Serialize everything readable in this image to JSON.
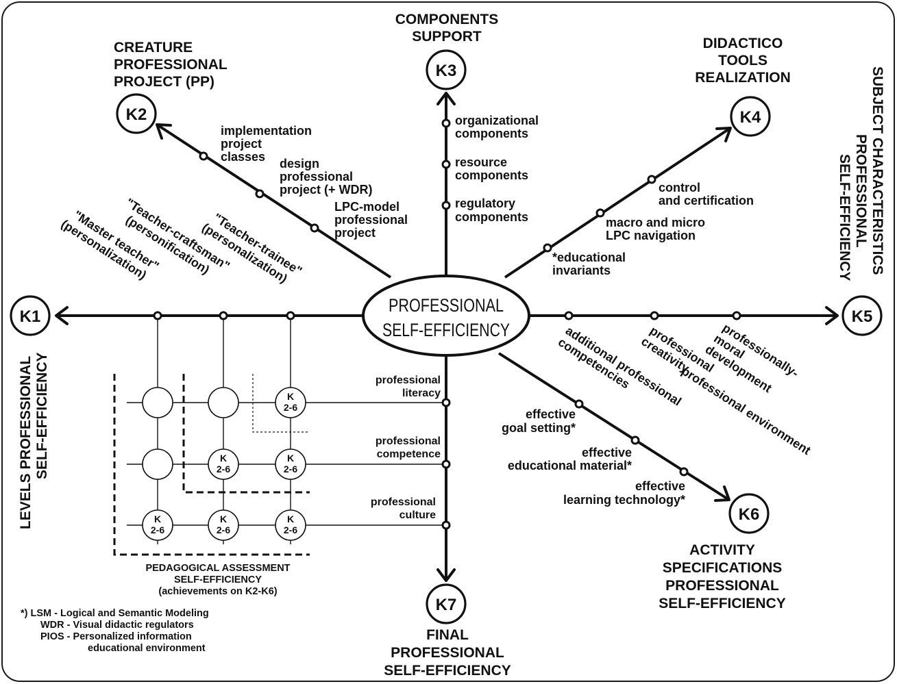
{
  "center": {
    "line1": "PROFESSIONAL",
    "line2": "SELF-EFFICIENCY"
  },
  "nodes": {
    "k1": "K1",
    "k2": "K2",
    "k3": "K3",
    "k4": "K4",
    "k5": "K5",
    "k6": "K6",
    "k7": "K7"
  },
  "headings": {
    "k1": {
      "line1": "LEVELS PROFESSIONAL",
      "line2": "SELF-EFFICIENCY"
    },
    "k2": {
      "line1": "CREATURE",
      "line2": "PROFESSIONAL",
      "line3": "PROJECT (PP)"
    },
    "k3": {
      "line1": "COMPONENTS",
      "line2": "SUPPORT"
    },
    "k4": {
      "line1": "DIDACTICO",
      "line2": "TOOLS",
      "line3": "REALIZATION"
    },
    "k5": {
      "line1": "SUBJECT CHARACTERISTICS",
      "line2": "PROFESSIONAL",
      "line3": "SELF-EFFICIENCY"
    },
    "k6": {
      "line1": "ACTIVITY",
      "line2": "SPECIFICATIONS",
      "line3": "PROFESSIONAL",
      "line4": "SELF-EFFICIENCY"
    },
    "k7": {
      "line1": "FINAL",
      "line2": "PROFESSIONAL",
      "line3": "SELF-EFFICIENCY"
    }
  },
  "k1_labels": {
    "master": {
      "line1": "\"Master teacher\"",
      "line2": "(personalization)"
    },
    "craftsman": {
      "line1": "\"Teacher-craftsman\"",
      "line2": "(personification)"
    },
    "trainee": {
      "line1": "\"Teacher-trainee\"",
      "line2": "(personalization)"
    }
  },
  "k2_labels": {
    "implementation": {
      "line1": "implementation",
      "line2": "project",
      "line3": "classes"
    },
    "design": {
      "line1": "design",
      "line2": "professional",
      "line3": "project (+ WDR)"
    },
    "lpc": {
      "line1": "LPC-model",
      "line2": "professional",
      "line3": "project"
    }
  },
  "k3_labels": {
    "organizational": {
      "line1": "organizational",
      "line2": "components"
    },
    "resource": {
      "line1": "resource",
      "line2": "components"
    },
    "regulatory": {
      "line1": "regulatory",
      "line2": "components"
    }
  },
  "k4_labels": {
    "control": {
      "line1": "control",
      "line2": "and certification"
    },
    "macro": {
      "line1": "macro and micro",
      "line2": "LPC navigation"
    },
    "invariants": {
      "line1": "*educational",
      "line2": "invariants"
    }
  },
  "k5_labels": {
    "additional": {
      "line1": "additional professional",
      "line2": "competencies"
    },
    "creativity": {
      "line1": "professional",
      "line2": "creativity"
    },
    "environment": {
      "line1": "professional environment"
    },
    "moral": {
      "line1": "professionally-",
      "line2": "moral",
      "line3": "development"
    }
  },
  "k6_labels": {
    "goal": {
      "line1": "effective",
      "line2": "goal setting*"
    },
    "material": {
      "line1": "effective",
      "line2": "educational material*"
    },
    "technology": {
      "line1": "effective",
      "line2": "learning technology*"
    }
  },
  "k7_labels": {
    "literacy": {
      "line1": "professional",
      "line2": "literacy"
    },
    "competence": {
      "line1": "professional",
      "line2": "competence"
    },
    "culture": {
      "line1": "professional",
      "line2": "culture"
    }
  },
  "grid_cell": {
    "line1": "K",
    "line2": "2-6"
  },
  "assessment": {
    "line1": "PEDAGOGICAL ASSESSMENT",
    "line2": "SELF-EFFICIENCY",
    "line3": "(achievements on K2-K6)"
  },
  "footnote": {
    "line1": "*)  LSM - Logical and Semantic Modeling",
    "line2": "WDR - Visual didactic regulators",
    "line3": "PIOS - Personalized information",
    "line4": "educational environment"
  }
}
